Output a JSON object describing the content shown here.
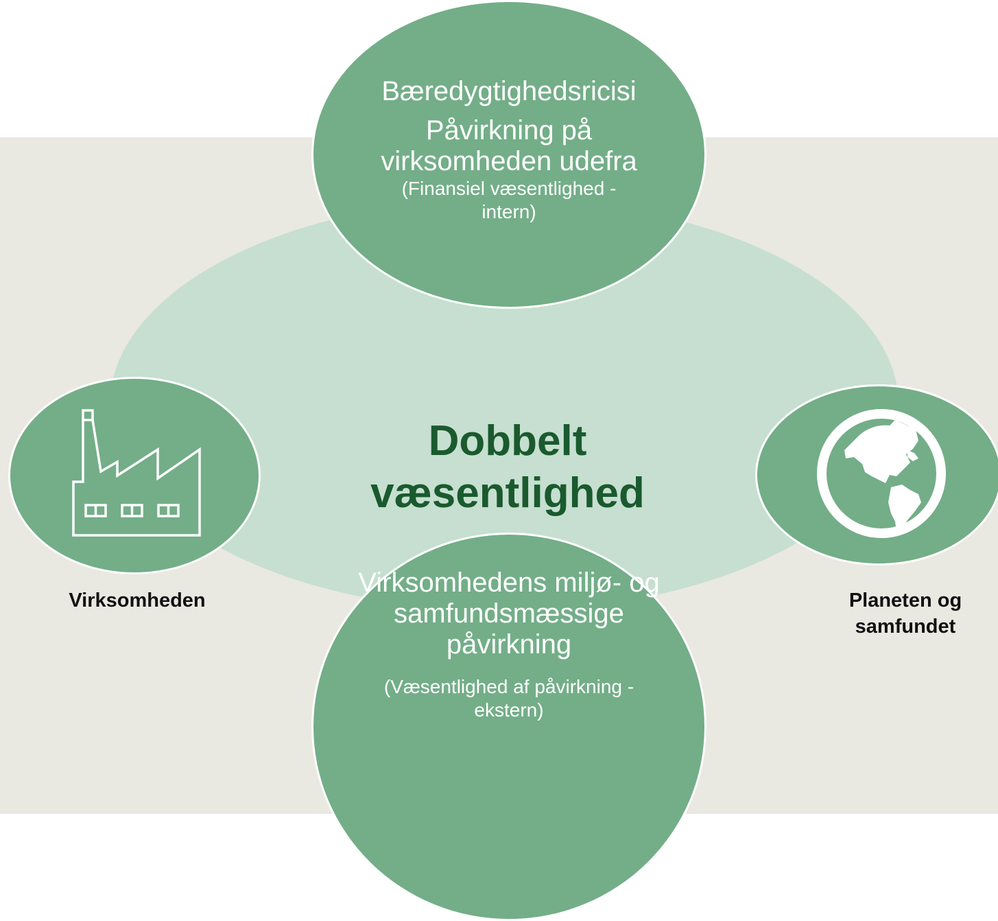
{
  "diagram": {
    "center_title": "Dobbelt\nvæsentlighed",
    "top": {
      "title": "Bæredygtighedsricisi",
      "subtitle": "Påvirkning på virksomheden udefra",
      "note": "(Finansiel væsentlighed - intern)"
    },
    "bottom": {
      "title": "Virksomhedens miljø- og samfundsmæssige påvirkning",
      "note": "(Væsentlighed af påvirkning - ekstern)"
    },
    "left": {
      "label": "Virksomheden",
      "icon": "factory-icon"
    },
    "right": {
      "label": "Planeten og samfundet",
      "icon": "globe-icon"
    },
    "colors": {
      "circle": "#73ae88",
      "ellipse": "#c6dfd0",
      "band": "#e9e8e1",
      "title": "#1a5a2e"
    }
  }
}
